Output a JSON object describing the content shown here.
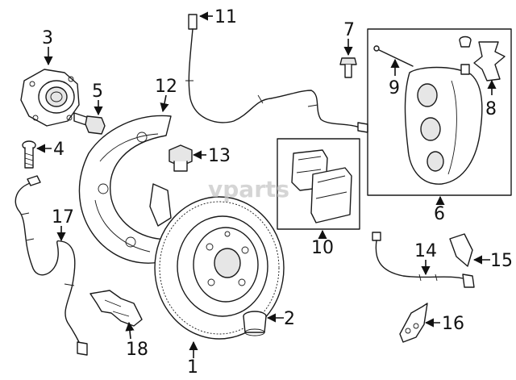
{
  "diagram": {
    "callouts": [
      "1",
      "2",
      "3",
      "4",
      "5",
      "6",
      "7",
      "8",
      "9",
      "10",
      "11",
      "12",
      "13",
      "14",
      "15",
      "16",
      "17",
      "18"
    ],
    "watermark": "vparts"
  }
}
